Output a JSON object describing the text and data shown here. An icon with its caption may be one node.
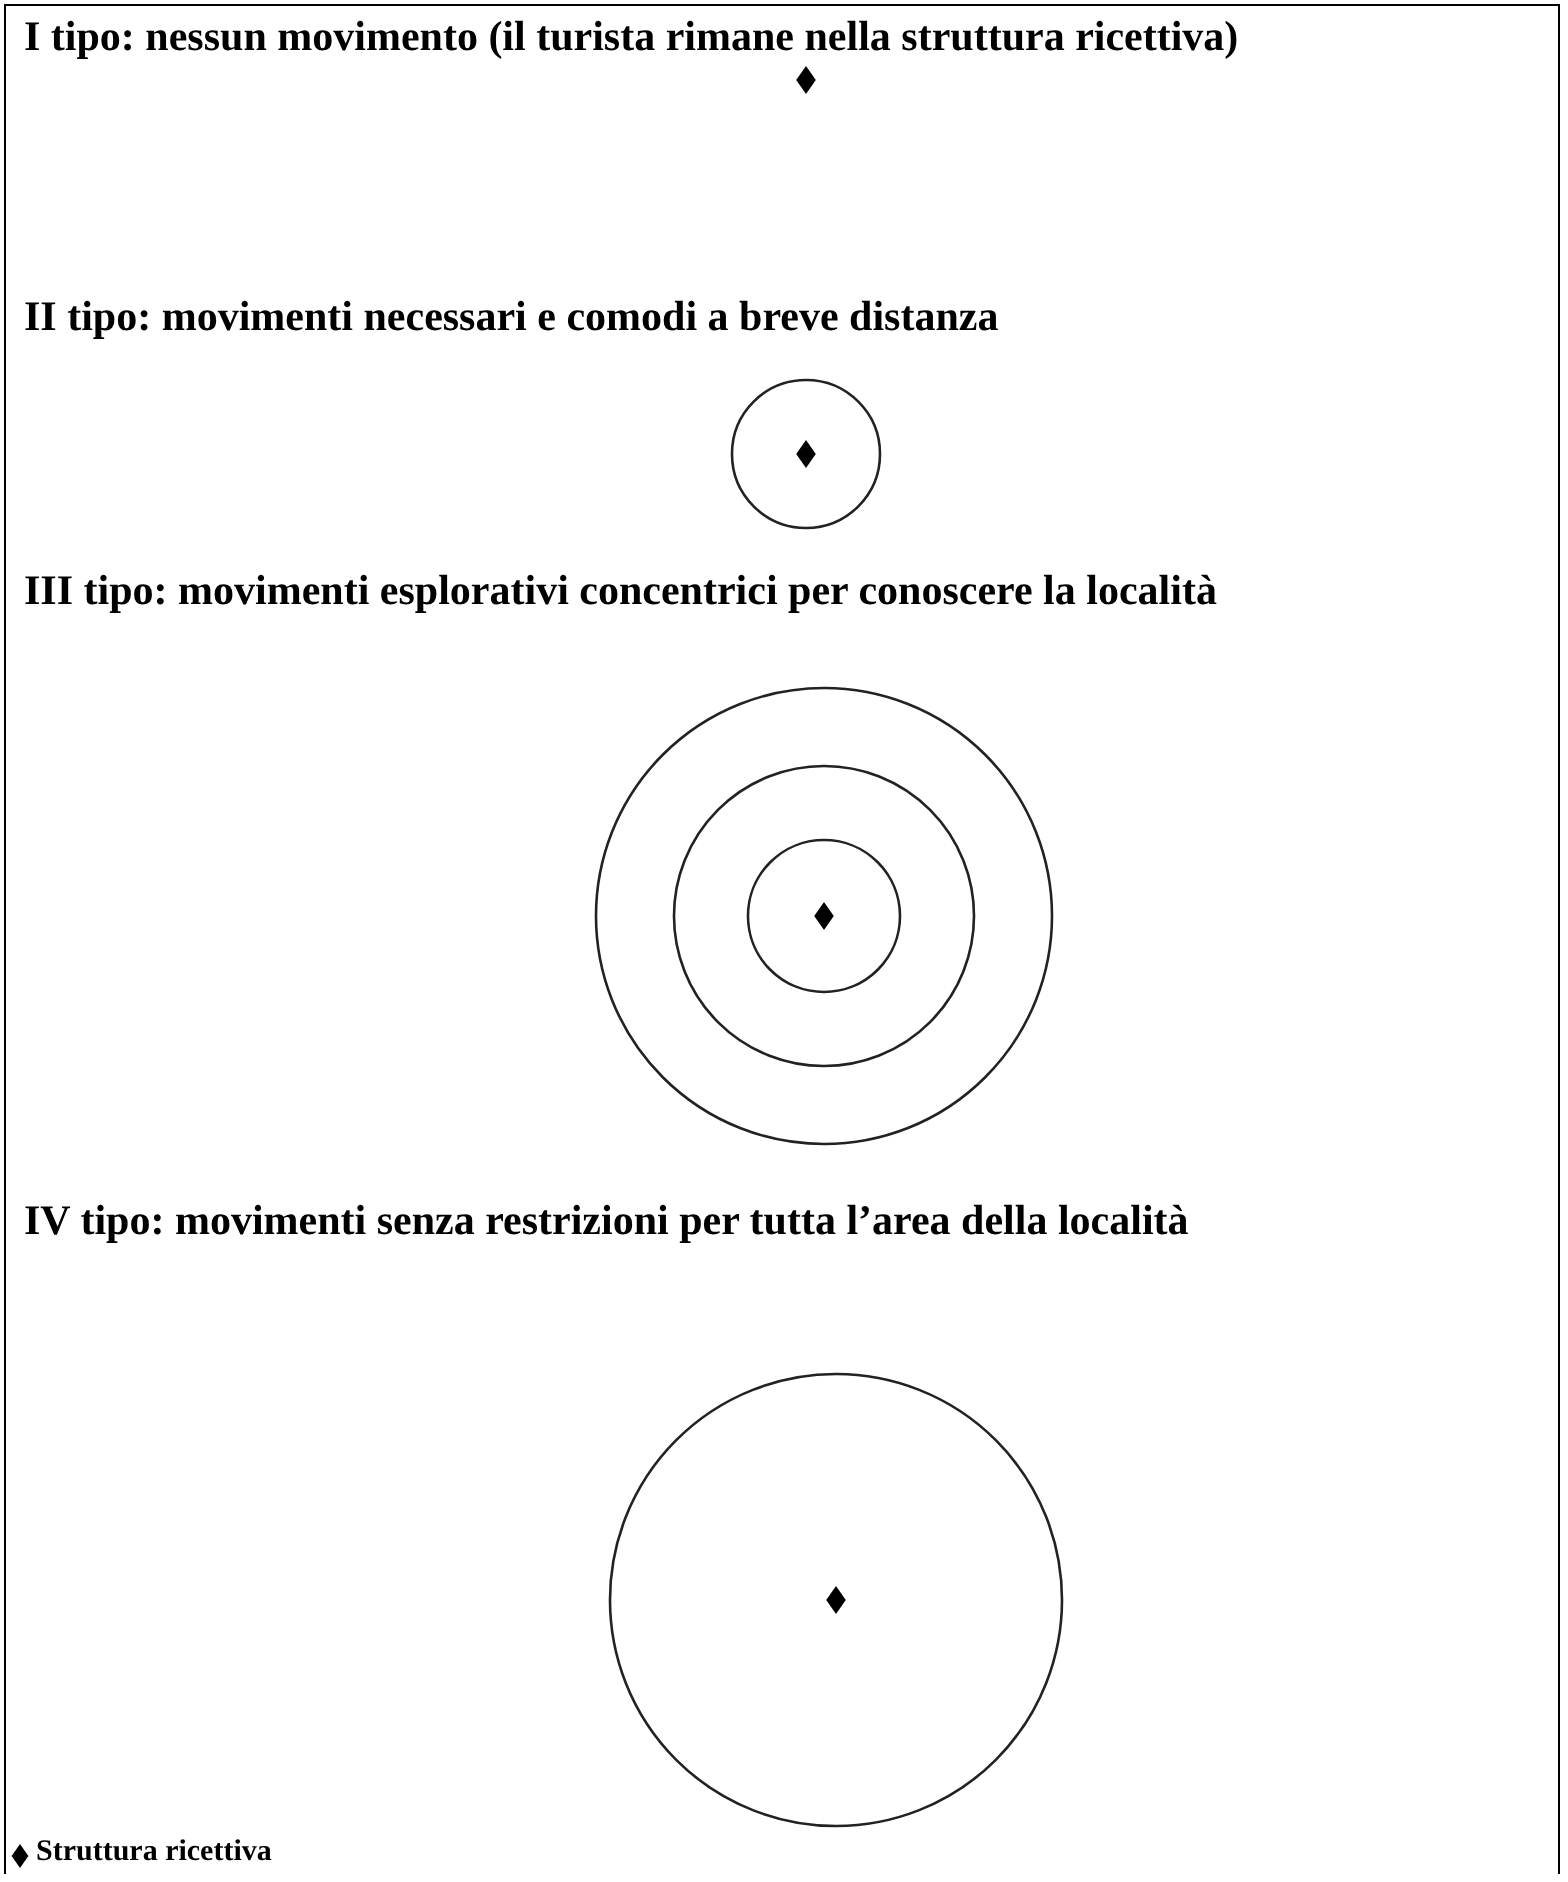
{
  "diagram": {
    "labels": [
      "I tipo: nessun movimento (il turista rimane nella struttura ricettiva)",
      "II tipo: movimenti necessari e comodi a breve distanza",
      "III tipo: movimenti esplorativi concentrici per conoscere la località",
      "IV tipo: movimenti senza restrizioni per tutta l’area della località"
    ],
    "legend": [
      {
        "text": "Struttura ricettiva"
      }
    ]
  }
}
